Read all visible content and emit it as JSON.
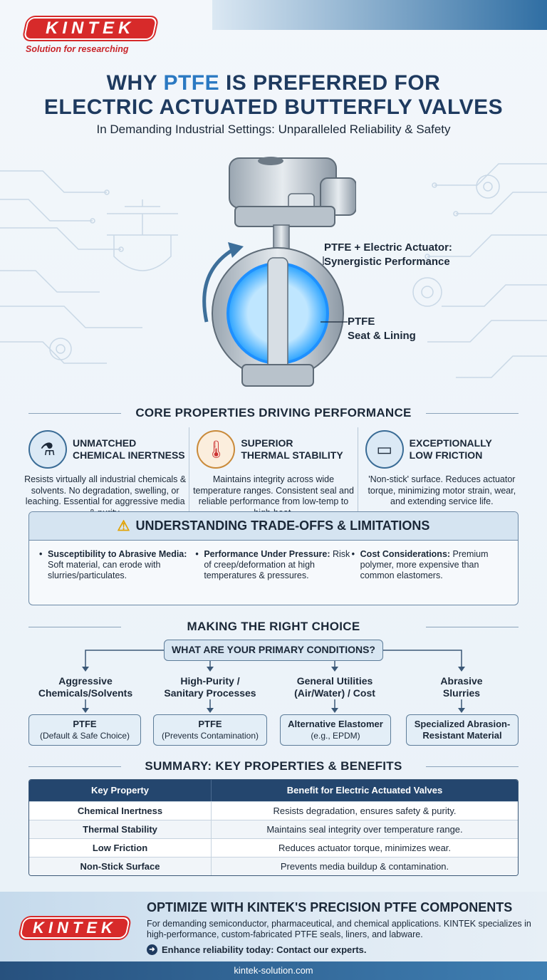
{
  "brand": {
    "name": "KINTEK",
    "tagline": "Solution for researching"
  },
  "title": {
    "line1_pre": "WHY ",
    "line1_hl": "PTFE",
    "line1_post": " IS PREFERRED FOR",
    "line2": "ELECTRIC ACTUATED BUTTERFLY VALVES"
  },
  "subtitle": "In Demanding Industrial Settings: Unparalleled Reliability & Safety",
  "callouts": {
    "actuator": [
      "PTFE + Electric Actuator:",
      "Synergistic Performance"
    ],
    "seat": [
      "PTFE",
      "Seat & Lining"
    ]
  },
  "core": {
    "heading": "CORE PROPERTIES DRIVING PERFORMANCE",
    "items": [
      {
        "title": [
          "UNMATCHED",
          "CHEMICAL INERTNESS"
        ],
        "desc": "Resists virtually all industrial chemicals & solvents. No degradation, swelling, or leaching. Essential for aggressive media & purity.",
        "icon": "flask-gear-icon"
      },
      {
        "title": [
          "SUPERIOR",
          "THERMAL STABILITY"
        ],
        "desc": "Maintains integrity across wide temperature ranges. Consistent seal and reliable performance from low-temp to high-heat.",
        "icon": "thermometer-icon"
      },
      {
        "title": [
          "EXCEPTIONALLY",
          "LOW FRICTION"
        ],
        "desc": "'Non-stick' surface. Reduces actuator torque, minimizing motor strain, wear, and extending service life.",
        "icon": "friction-block-icon"
      }
    ]
  },
  "tradeoffs": {
    "heading": "UNDERSTANDING TRADE-OFFS & LIMITATIONS",
    "items": [
      {
        "label": "Susceptibility to Abrasive Media:",
        "text": " Soft material, can erode with slurries/particulates."
      },
      {
        "label": "Performance Under Pressure:",
        "text": " Risk of creep/deformation at high temperatures & pressures."
      },
      {
        "label": "Cost Considerations:",
        "text": " Premium polymer, more expensive than common elastomers."
      }
    ]
  },
  "choice": {
    "heading": "MAKING THE RIGHT CHOICE",
    "question": "WHAT ARE YOUR PRIMARY CONDITIONS?",
    "branches": [
      {
        "condition": [
          "Aggressive",
          "Chemicals/Solvents"
        ],
        "result": "PTFE",
        "note": "(Default & Safe Choice)"
      },
      {
        "condition": [
          "High-Purity /",
          "Sanitary Processes"
        ],
        "result": "PTFE",
        "note": "(Prevents Contamination)"
      },
      {
        "condition": [
          "General Utilities",
          "(Air/Water) / Cost"
        ],
        "result": "Alternative Elastomer",
        "note": "(e.g., EPDM)"
      },
      {
        "condition": [
          "Abrasive",
          "Slurries"
        ],
        "result": "Specialized Abrasion-",
        "note": "Resistant Material"
      }
    ]
  },
  "summary": {
    "heading": "SUMMARY: KEY PROPERTIES & BENEFITS",
    "columns": [
      "Key Property",
      "Benefit for Electric Actuated Valves"
    ],
    "rows": [
      [
        "Chemical Inertness",
        "Resists degradation, ensures safety & purity."
      ],
      [
        "Thermal Stability",
        "Maintains seal integrity over temperature range."
      ],
      [
        "Low Friction",
        "Reduces actuator torque, minimizes wear."
      ],
      [
        "Non-Stick Surface",
        "Prevents media buildup & contamination."
      ]
    ]
  },
  "cta": {
    "title": "OPTIMIZE WITH KINTEK'S PRECISION PTFE COMPONENTS",
    "text": "For demanding semiconductor, pharmaceutical, and chemical applications. KINTEK specializes in high-performance, custom-fabricated PTFE seals, liners, and labware.",
    "link": "Enhance reliability today: Contact our experts."
  },
  "footer": "kintek-solution.com",
  "colors": {
    "brand_red": "#d72a2a",
    "navy": "#1e3a5f",
    "accent_blue": "#2b79c2",
    "warning": "#e2a200"
  }
}
